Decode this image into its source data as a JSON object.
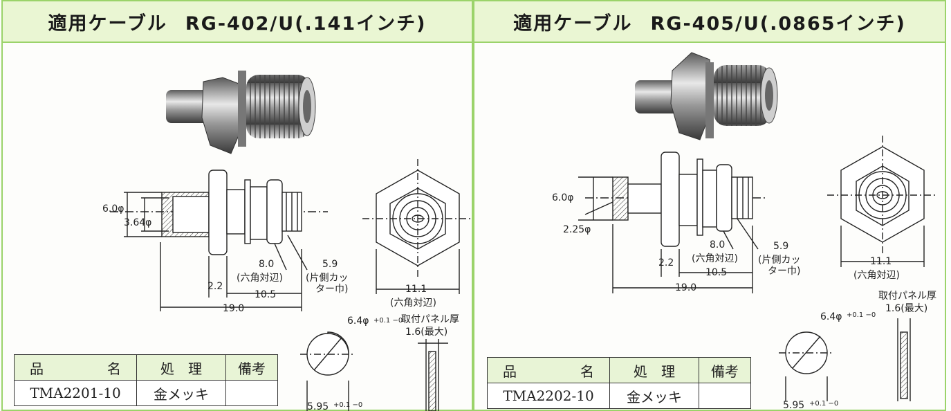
{
  "left": {
    "header": {
      "title": "適用ケーブル",
      "cable": "RG-402/U(.141インチ)"
    },
    "dims": {
      "d_outer": "6.0φ",
      "d_inner": "3.64φ",
      "hex_a": "8.0",
      "hex_a_note": "(六角対辺)",
      "cutter": "5.9",
      "cutter_note1": "(片側カッ",
      "cutter_note2": "ター巾)",
      "gap": "2.2",
      "len_mid": "10.5",
      "len_total": "19.0",
      "hex_b": "11.1",
      "hex_b_note": "(六角対辺)",
      "hole": "6.4φ",
      "hole_tol": "+0.1 −0",
      "hole_flat": "5.95",
      "hole_flat_tol": "+0.1 −0",
      "panel_label": "取付パネル厚",
      "panel_val": "1.6(最大)"
    },
    "table": {
      "h_name": [
        "品",
        "名"
      ],
      "h_treat": "処　理",
      "h_note": "備考",
      "name": "TMA2201-10",
      "treat": "金メッキ",
      "note": ""
    }
  },
  "right": {
    "header": {
      "title": "適用ケーブル",
      "cable": "RG-405/U(.0865インチ)"
    },
    "dims": {
      "d_outer": "6.0φ",
      "d_inner": "2.25φ",
      "hex_a": "8.0",
      "hex_a_note": "(六角対辺)",
      "cutter": "5.9",
      "cutter_note1": "(片側カッ",
      "cutter_note2": "ター巾)",
      "gap": "2.2",
      "len_mid": "10.5",
      "len_total": "19.0",
      "hex_b": "11.1",
      "hex_b_note": "(六角対辺)",
      "hole": "6.4φ",
      "hole_tol": "+0.1 −0",
      "hole_flat": "5.95",
      "hole_flat_tol": "+0.1 −0",
      "panel_label": "取付パネル厚",
      "panel_val": "1.6(最大)"
    },
    "table": {
      "h_name": [
        "品",
        "名"
      ],
      "h_treat": "処　理",
      "h_note": "備考",
      "name": "TMA2202-10",
      "treat": "金メッキ",
      "note": ""
    }
  },
  "colors": {
    "header_bg": "#eaf6d3",
    "border": "#9bd36a",
    "table_head": "#e8f4d6"
  }
}
